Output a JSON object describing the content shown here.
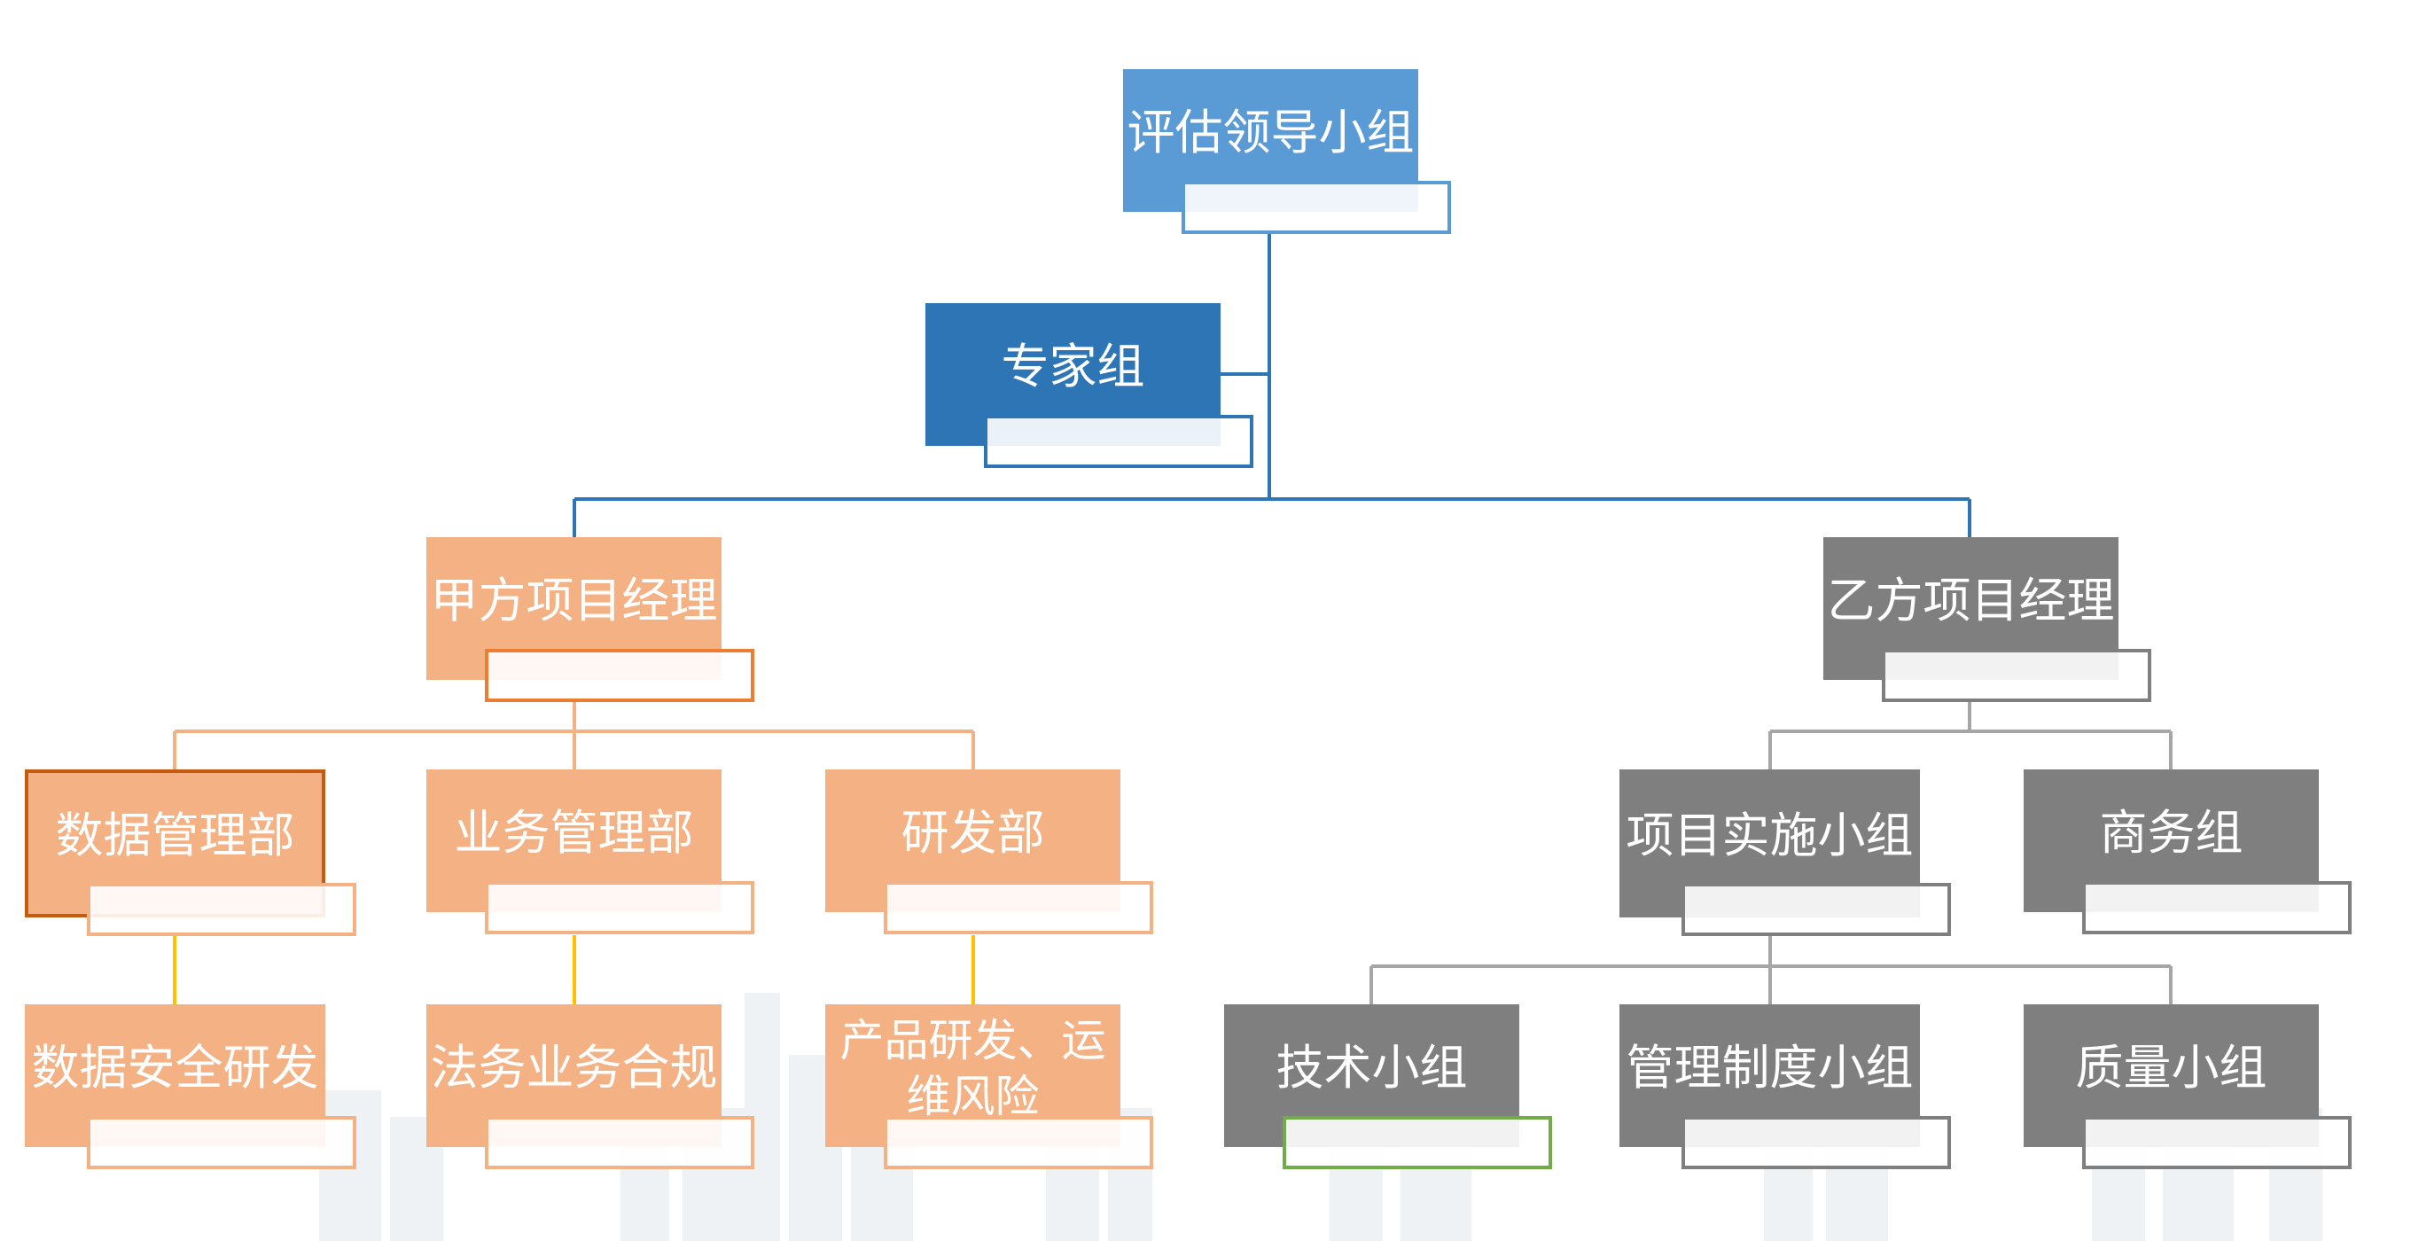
{
  "colors": {
    "blue_light": "#5b9bd5",
    "blue_dark": "#2e75b6",
    "orange": "#f4b183",
    "orange_border": "#c55a11",
    "gray": "#7f7f7f",
    "line_blue": "#2e75b6",
    "line_orange": "#f4b183",
    "line_yellow": "#ffc000",
    "line_gray": "#a6a6a6",
    "green": "#70ad47"
  },
  "org_chart": {
    "top": {
      "label": "评估领导小组"
    },
    "expert": {
      "label": "专家组"
    },
    "party_a": {
      "label": "甲方项目经理",
      "departments": [
        {
          "label": "数据管理部",
          "child": "数据安全研发"
        },
        {
          "label": "业务管理部",
          "child": "法务业务合规"
        },
        {
          "label": "研发部",
          "child": "产品研发、运维风险"
        }
      ]
    },
    "party_b": {
      "label": "乙方项目经理",
      "groups": [
        {
          "label": "项目实施小组"
        },
        {
          "label": "商务组"
        }
      ],
      "implementation_subgroups": [
        {
          "label": "技术小组"
        },
        {
          "label": "管理制度小组"
        },
        {
          "label": "质量小组"
        }
      ]
    }
  }
}
